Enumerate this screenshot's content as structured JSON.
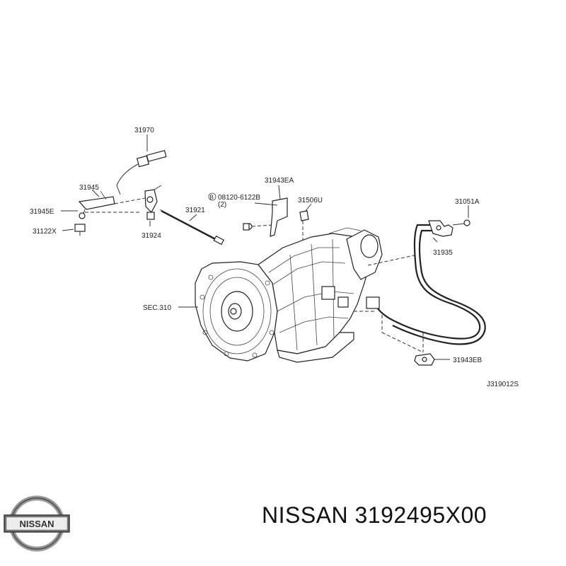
{
  "labels": {
    "l31970": "31970",
    "l31945": "31945",
    "l31945e": "31945E",
    "l31122x": "31122X",
    "l31924": "31924",
    "l31921": "31921",
    "l31943ea": "31943EA",
    "l08120": "08120-6122B",
    "l08120_qty": "(2)",
    "l08120_b": "B",
    "l31506u": "31506U",
    "l31051a": "31051A",
    "l31935": "31935",
    "lsec310": "SEC.310",
    "l31943eb": "31943EB",
    "ldiagram_code": "J319012S"
  },
  "brand": {
    "logo_text": "NISSAN",
    "part_caption": "NISSAN 3192495X00"
  }
}
